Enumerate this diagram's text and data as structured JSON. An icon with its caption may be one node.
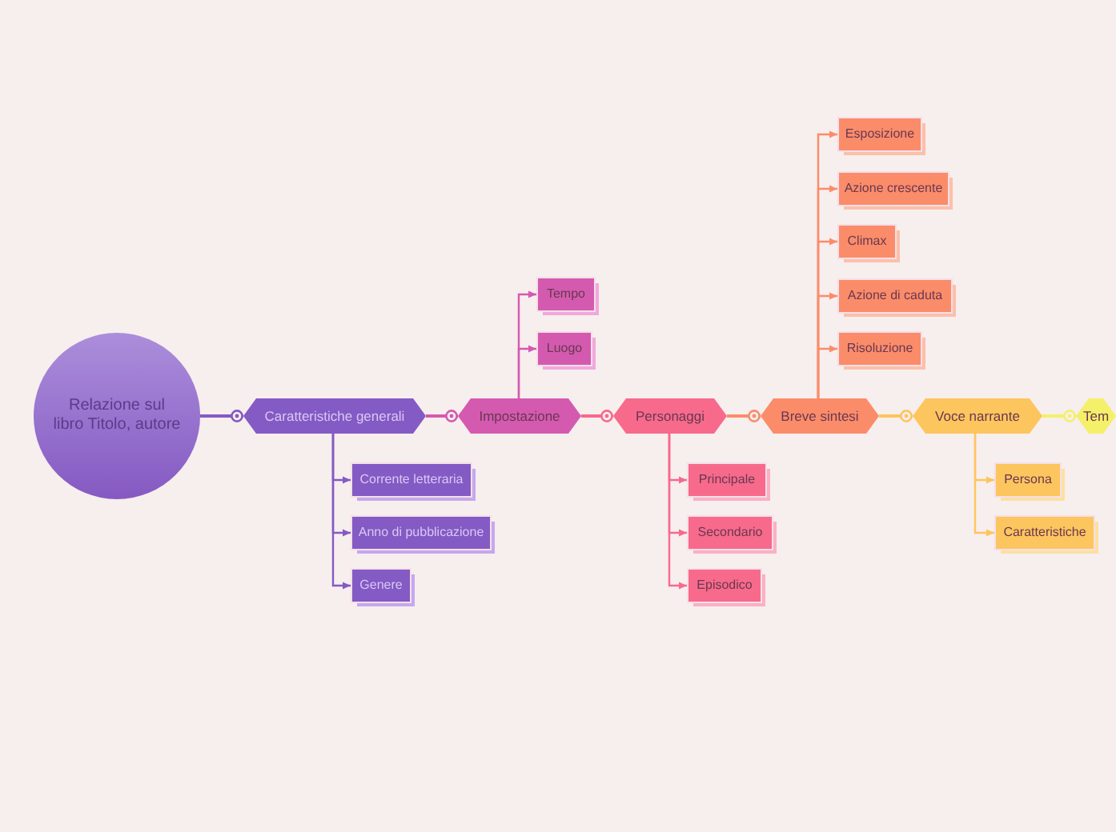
{
  "diagram": {
    "nodes": [
      {
        "text": [
          "Relazione sul libro Titolo, autore"
        ]
      },
      {
        "text": [
          "Caratteristiche generali"
        ]
      },
      {
        "text": [
          "Corrente letteraria"
        ]
      },
      {
        "text": [
          "Anno di pubblicazione"
        ]
      },
      {
        "text": [
          "Genere"
        ]
      },
      {
        "text": [
          "Impostazione"
        ]
      },
      {
        "text": [
          "Tempo"
        ]
      },
      {
        "text": [
          "Luogo"
        ]
      },
      {
        "text": [
          "Personaggi"
        ]
      },
      {
        "text": [
          "Principale"
        ]
      },
      {
        "text": [
          "Secondario"
        ]
      },
      {
        "text": [
          "Episodico"
        ]
      },
      {
        "text": [
          "Breve sintesi"
        ]
      },
      {
        "text": [
          "Esposizione"
        ]
      },
      {
        "text": [
          "Azione crescente"
        ]
      },
      {
        "text": [
          "Climax"
        ]
      },
      {
        "text": [
          "Azione di caduta"
        ]
      },
      {
        "text": [
          "Risoluzione"
        ]
      },
      {
        "text": [
          "Voce narrante"
        ]
      },
      {
        "text": [
          "Persona"
        ]
      },
      {
        "text": [
          "Caratteristiche"
        ]
      },
      {
        "text": [
          "Tem"
        ]
      }
    ],
    "edges": [
      {
        "from": 0,
        "to": 1,
        "arrow": "other",
        "color": "#845ac4"
      },
      {
        "from": 1,
        "to": 5,
        "arrow": "other",
        "color": "#d45ab0"
      },
      {
        "from": 5,
        "to": 8,
        "arrow": "other",
        "color": "#f76a8c"
      },
      {
        "from": 8,
        "to": 12,
        "arrow": "other",
        "color": "#fb8c6a"
      },
      {
        "from": 12,
        "to": 18,
        "arrow": "other",
        "color": "#fdc55e"
      },
      {
        "from": 18,
        "to": 21,
        "arrow": "other",
        "color": "#f4f06a"
      },
      {
        "from": 1,
        "to": 2,
        "arrow": "to",
        "color": "#845ac4"
      },
      {
        "from": 1,
        "to": 3,
        "arrow": "to",
        "color": "#845ac4"
      },
      {
        "from": 1,
        "to": 4,
        "arrow": "to",
        "color": "#845ac4"
      },
      {
        "from": 5,
        "to": 6,
        "arrow": "to",
        "color": "#d45ab0"
      },
      {
        "from": 5,
        "to": 7,
        "arrow": "to",
        "color": "#d45ab0"
      },
      {
        "from": 8,
        "to": 9,
        "arrow": "to",
        "color": "#f76a8c"
      },
      {
        "from": 8,
        "to": 10,
        "arrow": "to",
        "color": "#f76a8c"
      },
      {
        "from": 8,
        "to": 11,
        "arrow": "to",
        "color": "#f76a8c"
      },
      {
        "from": 12,
        "to": 13,
        "arrow": "to",
        "color": "#fb8c6a"
      },
      {
        "from": 12,
        "to": 14,
        "arrow": "to",
        "color": "#fb8c6a"
      },
      {
        "from": 12,
        "to": 15,
        "arrow": "to",
        "color": "#fb8c6a"
      },
      {
        "from": 12,
        "to": 16,
        "arrow": "to",
        "color": "#fb8c6a"
      },
      {
        "from": 12,
        "to": 17,
        "arrow": "to",
        "color": "#fb8c6a"
      },
      {
        "from": 18,
        "to": 19,
        "arrow": "to",
        "color": "#fdc55e"
      },
      {
        "from": 18,
        "to": 20,
        "arrow": "to",
        "color": "#fdc55e"
      }
    ]
  }
}
